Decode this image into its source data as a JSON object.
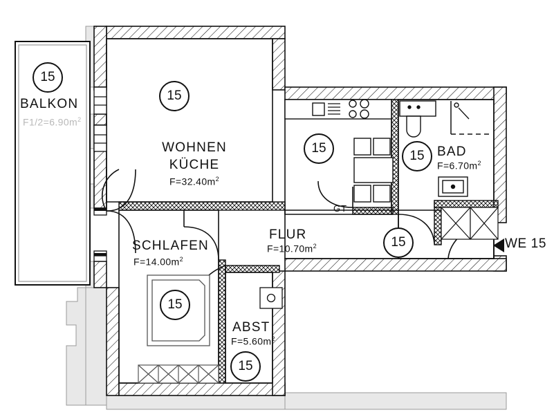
{
  "document": {
    "type": "architectural-floor-plan",
    "unit_label": "WE 15",
    "unit_number": "15"
  },
  "rooms": [
    {
      "key": "balkon",
      "name": "BALKON",
      "area_text": "F1/2=6.90m",
      "sup": "2",
      "marker": "15",
      "muted": true
    },
    {
      "key": "wohnen",
      "name": "WOHNEN",
      "name2": "KÜCHE",
      "area_text": "F=32.40m",
      "sup": "2",
      "marker": "15",
      "muted": false
    },
    {
      "key": "bad",
      "name": "BAD",
      "area_text": "F=6.70m",
      "sup": "2",
      "marker": "15",
      "muted": false
    },
    {
      "key": "flur",
      "name": "FLUR",
      "area_text": "F=10.70m",
      "sup": "2",
      "marker": "15",
      "muted": false
    },
    {
      "key": "schlafen",
      "name": "SCHLAFEN",
      "area_text": "F=14.00m",
      "sup": "2",
      "marker": "15",
      "muted": false
    },
    {
      "key": "abst",
      "name": "ABST",
      "area_text": "F=5.60m",
      "sup": "2",
      "marker": "15",
      "muted": false
    }
  ],
  "markers": {
    "balkon": "15",
    "wohnen": "15",
    "kueche": "15",
    "bad": "15",
    "flur": "15",
    "schlafen": "15",
    "abst": "15"
  },
  "annotations": {
    "gt": "GT",
    "entrance": "WE 15"
  },
  "colors": {
    "line": "#111111",
    "wall_fill": "#ffffff",
    "neighbor_fill": "#e8e8e8",
    "neighbor_stroke": "#9a9a9a",
    "muted_text": "#b9b9b9",
    "background": "#ffffff",
    "furniture_stroke": "#555555"
  }
}
